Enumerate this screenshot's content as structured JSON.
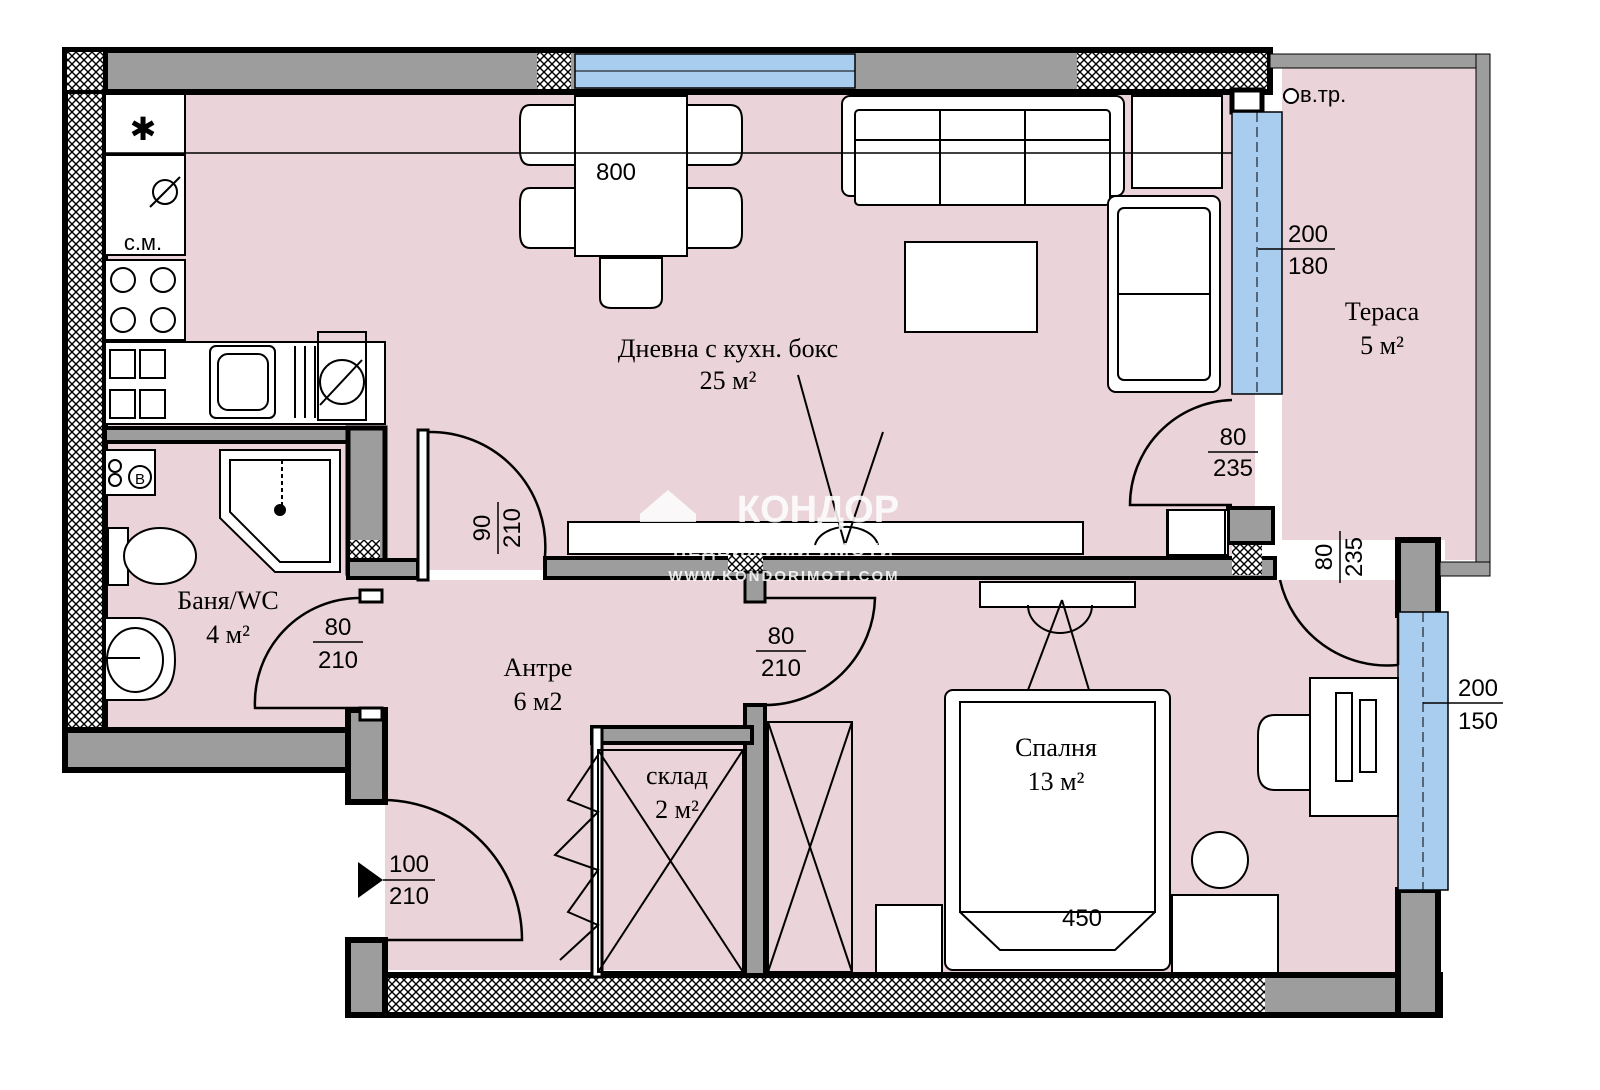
{
  "colors": {
    "floor": "#ead3d9",
    "wall_gray": "#9d9d9d",
    "wall_outline": "#000000",
    "window_glass": "#a9cdee",
    "hatch": "#000000",
    "watermark": "#ffffff"
  },
  "rooms": {
    "living": {
      "name": "Дневна с кухн. бокс",
      "area": "25 м²"
    },
    "terrace": {
      "name": "Тераса",
      "area": "5 м²"
    },
    "bath": {
      "name": "Баня/WC",
      "area": "4 м²"
    },
    "hall": {
      "name": "Антре",
      "area": "6 м2"
    },
    "storage": {
      "name": "склад",
      "area": "2 м²"
    },
    "bedroom": {
      "name": "Спалня",
      "area": "13 м²"
    }
  },
  "fixtures": {
    "washing_machine": "с.м.",
    "riser": "в.тр.",
    "boiler": "B"
  },
  "dimensions": {
    "dining_table": "800",
    "bed": "450",
    "window_living_w": "200",
    "window_living_h": "180",
    "door_terrace_w": "80",
    "door_terrace_h": "235",
    "door_bed_terrace_w": "80",
    "door_bed_terrace_h": "235",
    "window_bed_w": "200",
    "window_bed_h": "150",
    "door_living_w": "90",
    "door_living_h": "210",
    "door_bath_w": "80",
    "door_bath_h": "210",
    "door_bedroom_w": "80",
    "door_bedroom_h": "210",
    "door_entry_w": "100",
    "door_entry_h": "210"
  },
  "watermark": {
    "brand": "КОНДОР",
    "tagline": "НЕДВИЖИМИ ИМОТИ",
    "url": "WWW.KONDORIMOTI.COM"
  }
}
